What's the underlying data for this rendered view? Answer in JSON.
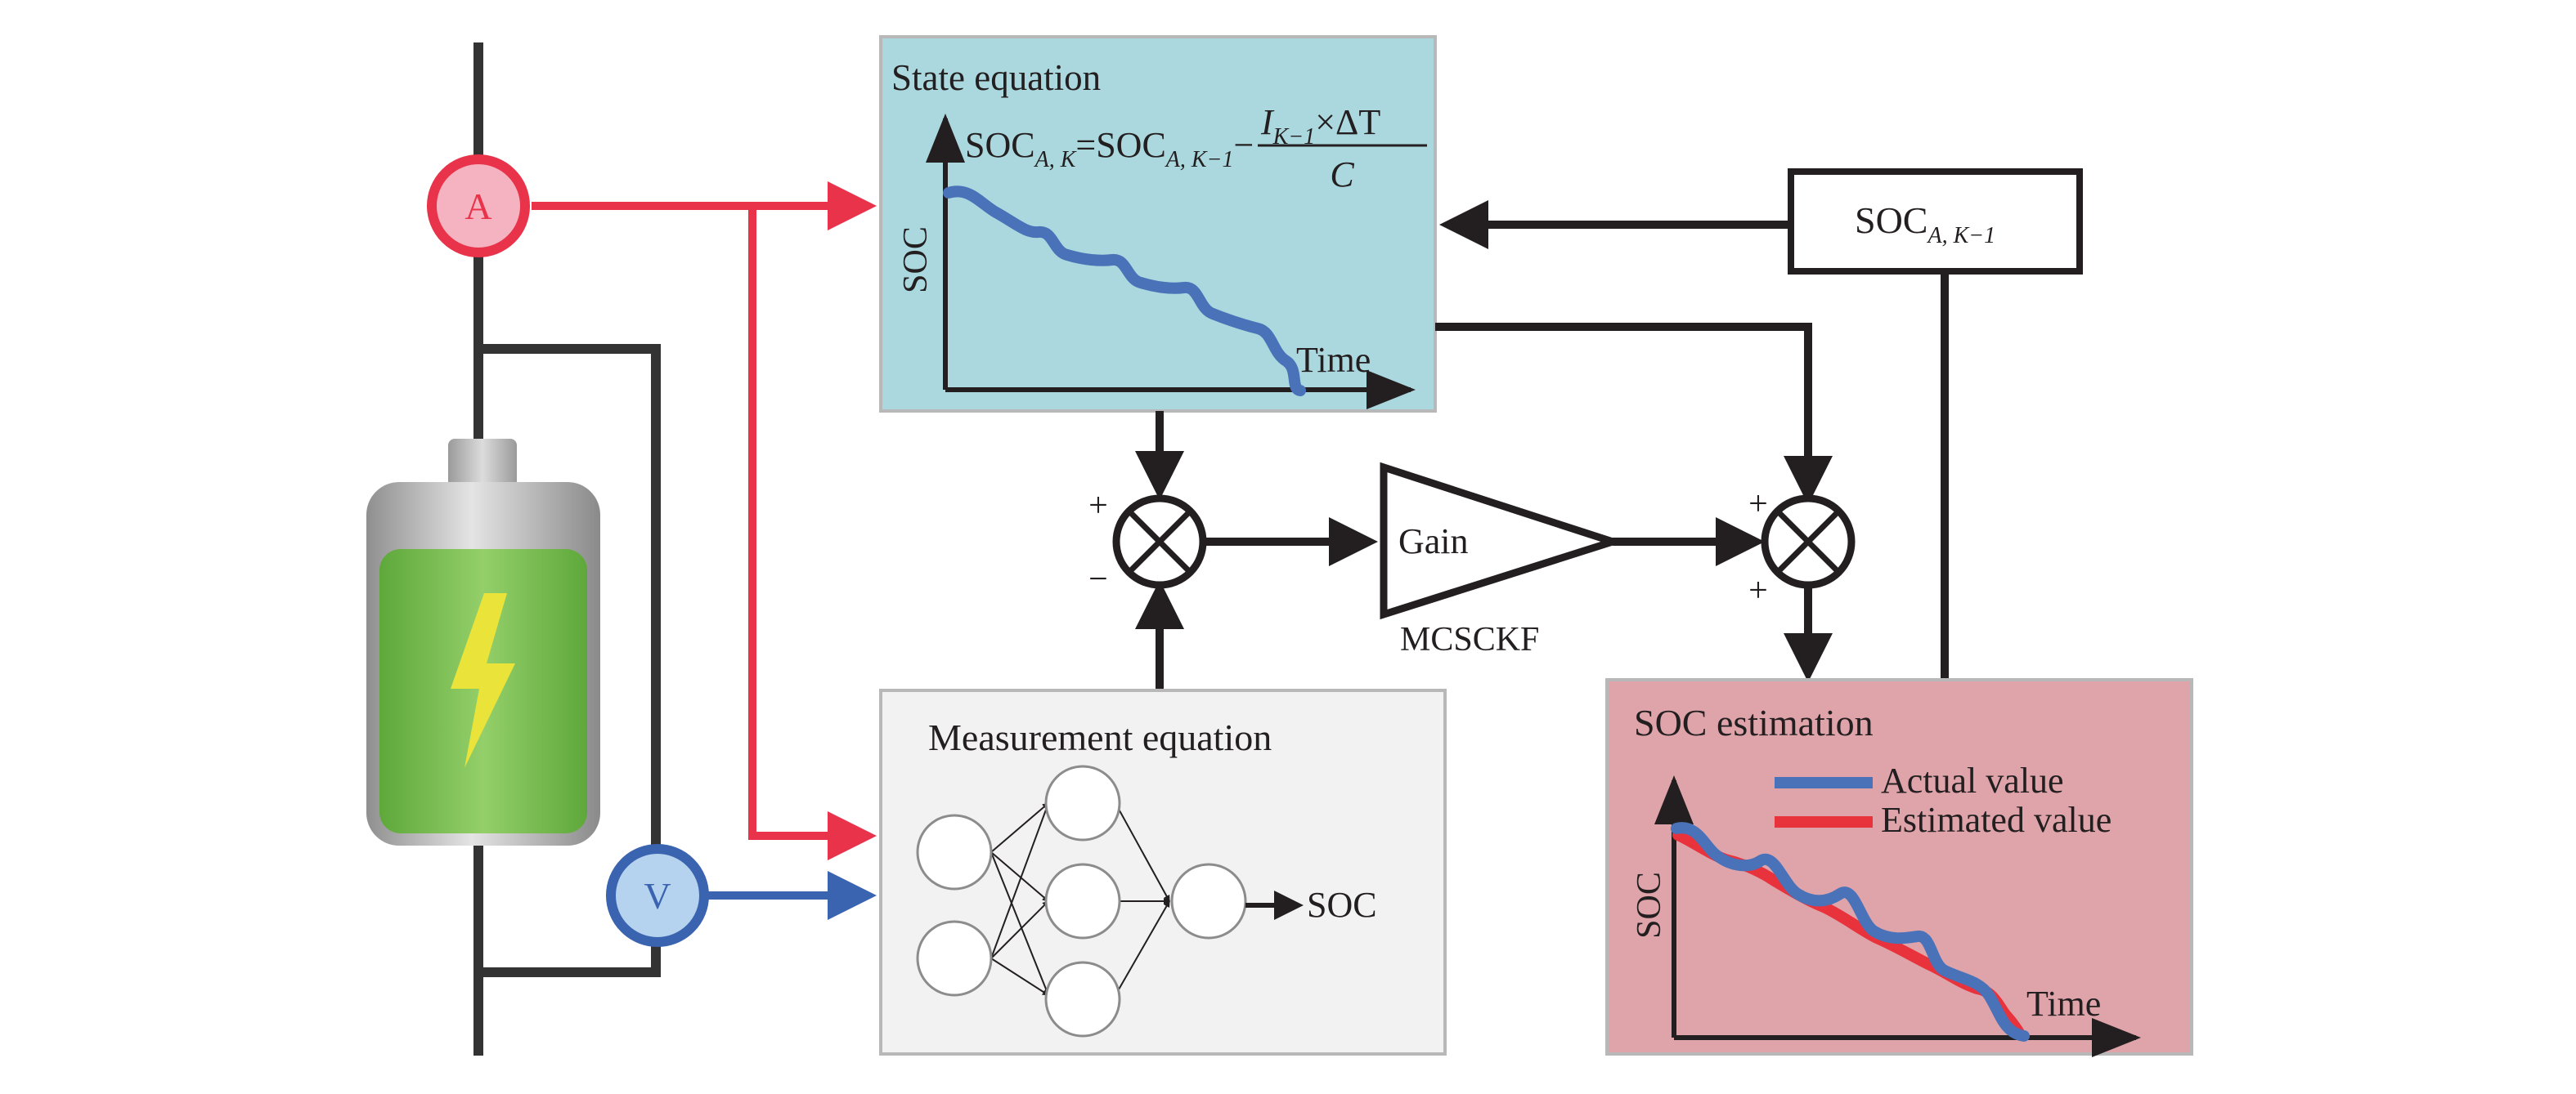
{
  "state_box": {
    "title": "State equation",
    "equation": {
      "lhs_base": "SOC",
      "lhs_sub": "A, K",
      "equals": "=",
      "rhs_base": "SOC",
      "rhs_sub": "A, K−1",
      "minus": "−",
      "numerator_var": "I",
      "numerator_sub": "K−1",
      "numerator_rest": "×ΔT",
      "denominator": "C"
    },
    "y_axis_label": "SOC",
    "x_axis_label": "Time"
  },
  "soc_prev_box": {
    "base": "SOC",
    "sub": "A, K−1"
  },
  "gain_block": {
    "label": "Gain",
    "caption": "MCSCKF"
  },
  "sum_left": {
    "top_sign": "+",
    "bottom_sign": "−"
  },
  "sum_right": {
    "top_sign": "+",
    "bottom_sign": "+"
  },
  "measurement_box": {
    "title": "Measurement equation",
    "output_label": "SOC"
  },
  "estimation_box": {
    "title": "SOC estimation",
    "legend": [
      {
        "label": "Actual value",
        "color": "#4a72b8"
      },
      {
        "label": "Estimated value",
        "color": "#e8323c"
      }
    ],
    "y_axis_label": "SOC",
    "x_axis_label": "Time"
  },
  "ammeter": {
    "label": "A"
  },
  "voltmeter": {
    "label": "V"
  },
  "colors": {
    "current_line": "#e8334a",
    "voltage_line": "#3a63b0",
    "state_box_fill": "#abd8de",
    "measurement_box_fill": "#f2f2f2",
    "estimation_box_fill": "#dea4aa",
    "battery_green": "#72b947",
    "bolt_yellow": "#e9e33a",
    "wire": "#333333"
  }
}
